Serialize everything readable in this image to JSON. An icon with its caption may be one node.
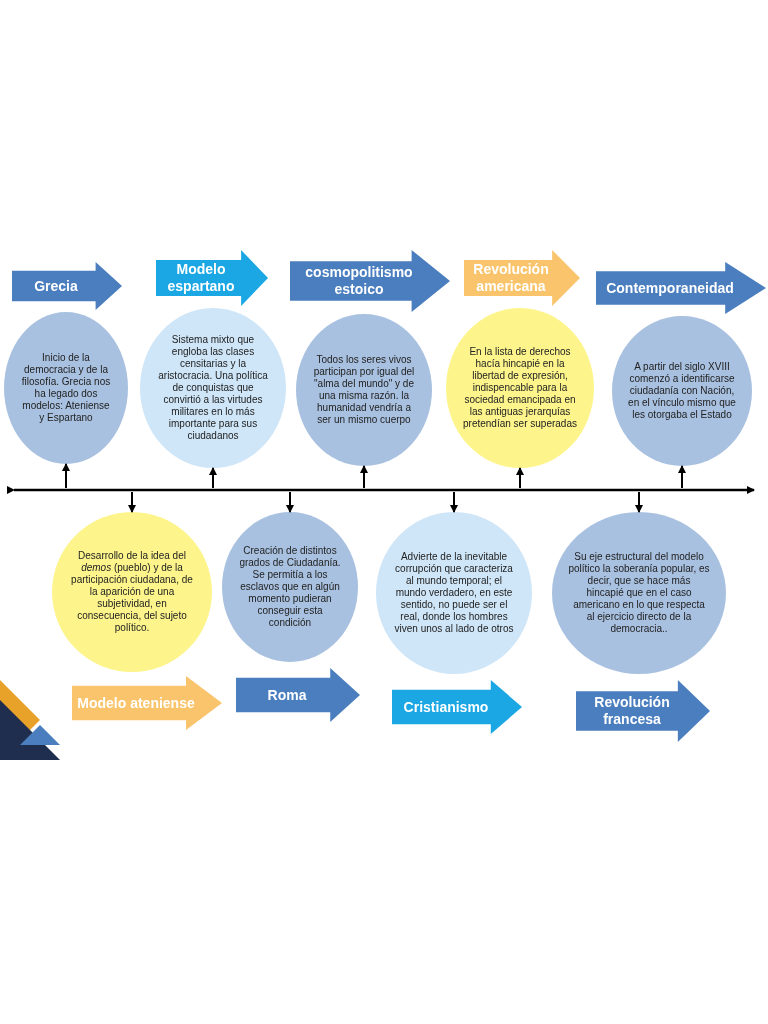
{
  "diagram": {
    "nodes": [
      {
        "text": [
          "Grecia"
        ]
      },
      {
        "text": [
          "Inicio de la democracia y de la filosofía. Grecia nos ha legado dos modelos: Ateniense y Espartano"
        ]
      },
      {
        "text": [
          "Modelo ateniense"
        ]
      },
      {
        "text": [
          "Desarrollo de la idea del *demos* (pueblo) y de la participación ciudadana, de la aparición de una subjetividad, en consecuencia, del sujeto político."
        ]
      },
      {
        "text": [
          "Modelo espartano"
        ]
      },
      {
        "text": [
          "Sistema mixto que engloba las clases censitarias y la aristocracia. Una política de conquistas que convirtió a las virtudes militares en lo más importante para sus ciudadanos"
        ]
      },
      {
        "text": [
          "Roma"
        ]
      },
      {
        "text": [
          "Creación de distintos grados de Ciudadanía. Se permitía a los esclavos que en algún momento pudieran conseguir esta condición"
        ]
      },
      {
        "text": [
          "cosmopolitismo estoico"
        ]
      },
      {
        "text": [
          "Todos los seres vivos participan por igual del \"alma del mundo\" y de una misma razón. la humanidad vendría a ser un mismo cuerpo"
        ]
      },
      {
        "text": [
          "Cristianismo"
        ]
      },
      {
        "text": [
          "Advierte de la inevitable corrupción que caracteriza al mundo temporal; el mundo verdadero, en este sentido, no puede ser el real, donde los hombres viven unos al lado de otros"
        ]
      },
      {
        "text": [
          "Revolución americana"
        ]
      },
      {
        "text": [
          "En la lista de derechos hacía hincapié en la libertad de expresión, indispencable para la sociedad emancipada en las antiguas jerarquías pretendían ser  superadas"
        ]
      },
      {
        "text": [
          "Revolución francesa"
        ]
      },
      {
        "text": [
          "Su eje estructural del modelo político la soberanía popular, es decir, que se hace más hincapié que en el caso americano en lo que respecta al ejercicio directo de la democracia.."
        ]
      },
      {
        "text": [
          "Contemporaneidad"
        ]
      },
      {
        "text": [
          "A partir del siglo XVIII comenzó a identificarse ciudadanía con Nación, en el vínculo mismo que les otorgaba el Estado"
        ]
      }
    ],
    "edges": [
      {
        "from": null,
        "to": 1,
        "arrow": "to"
      },
      {
        "from": null,
        "to": 3,
        "arrow": "to"
      },
      {
        "from": null,
        "to": 5,
        "arrow": "to"
      },
      {
        "from": null,
        "to": 7,
        "arrow": "to"
      },
      {
        "from": null,
        "to": 9,
        "arrow": "to"
      },
      {
        "from": null,
        "to": 11,
        "arrow": "to"
      },
      {
        "from": null,
        "to": 13,
        "arrow": "to"
      },
      {
        "from": null,
        "to": 15,
        "arrow": "to"
      },
      {
        "from": null,
        "to": 17,
        "arrow": "to"
      }
    ]
  }
}
